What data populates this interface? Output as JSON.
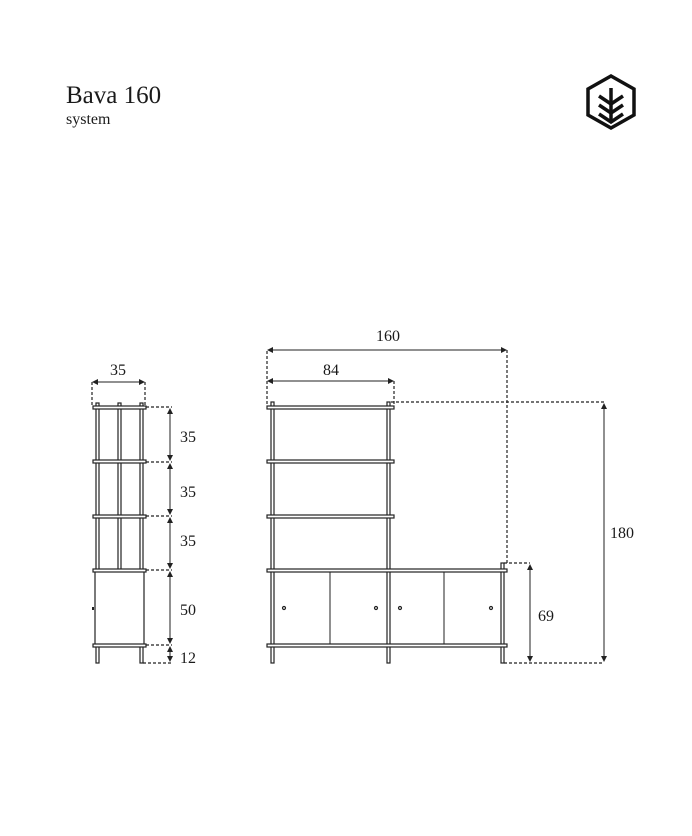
{
  "header": {
    "title": "Bava 160",
    "subtitle": "system",
    "logo": "hexagon-tree-logo"
  },
  "side_view": {
    "width": "35",
    "heights": [
      "35",
      "35",
      "35",
      "50",
      "12"
    ]
  },
  "front_view": {
    "total_width": "160",
    "tall_width": "84",
    "total_height": "180",
    "low_height": "69"
  }
}
